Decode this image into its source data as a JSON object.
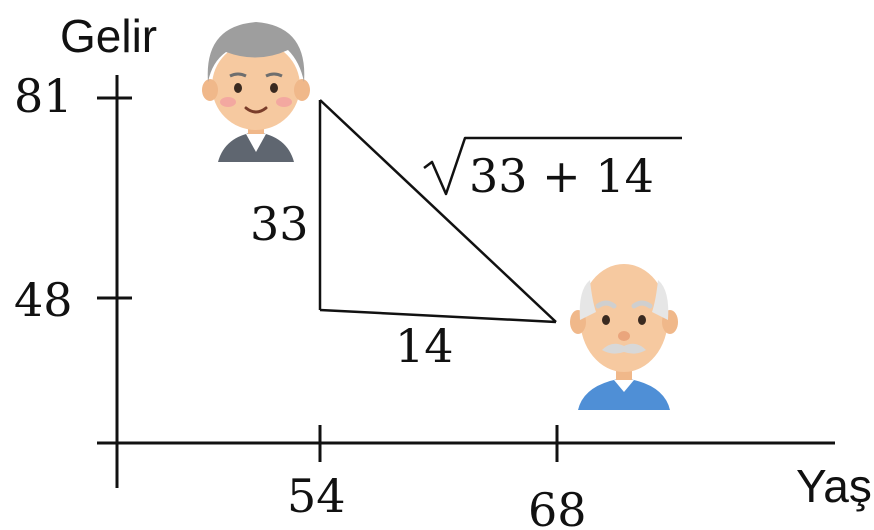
{
  "axes": {
    "y_label": "Gelir",
    "x_label": "Yaş",
    "y_ticks": [
      "81",
      "48"
    ],
    "x_ticks": [
      "54",
      "68"
    ]
  },
  "triangle": {
    "vertical_leg_label": "33",
    "horizontal_leg_label": "14",
    "hypotenuse_label": "33 + 14"
  },
  "icons": {
    "person_a": "middle-aged-man-icon",
    "person_b": "elderly-man-icon"
  },
  "colors": {
    "ink": "#111111",
    "skin": "#f6c9a0",
    "gray_hair": "#9e9e9e",
    "white_hair": "#e6e6e6",
    "suit": "#5f6670",
    "sweater": "#4f8fd6"
  }
}
